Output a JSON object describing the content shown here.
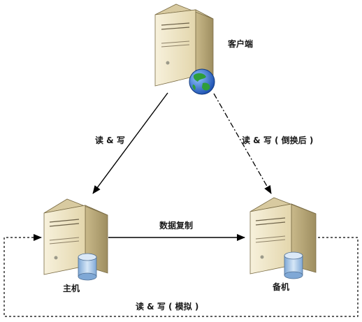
{
  "nodes": {
    "client": {
      "label": "客户端"
    },
    "primary": {
      "label": "主机"
    },
    "standby": {
      "label": "备机"
    }
  },
  "edges": {
    "client_to_primary": {
      "label": "读 & 写"
    },
    "client_to_standby": {
      "label": "读 & 写 ( 倒换后 )"
    },
    "replication": {
      "label": "数据复制"
    },
    "simulation": {
      "label": "读 & 写 ( 模拟 )"
    }
  },
  "colors": {
    "server_body": "#efe6c8",
    "server_side": "#b5a576",
    "globe_water": "#2f6fd6",
    "globe_land": "#2e9e3a",
    "disk": "#a8c8ea",
    "line": "#000000"
  }
}
